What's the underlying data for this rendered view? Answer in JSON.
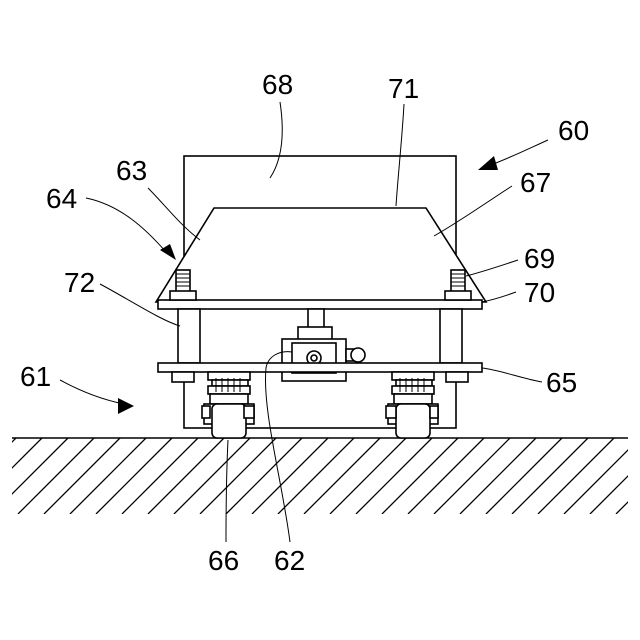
{
  "labels": {
    "l60": "60",
    "l61": "61",
    "l62": "62",
    "l63": "63",
    "l64": "64",
    "l65": "65",
    "l66": "66",
    "l67": "67",
    "l68": "68",
    "l69": "69",
    "l70": "70",
    "l71": "71",
    "l72": "72"
  }
}
